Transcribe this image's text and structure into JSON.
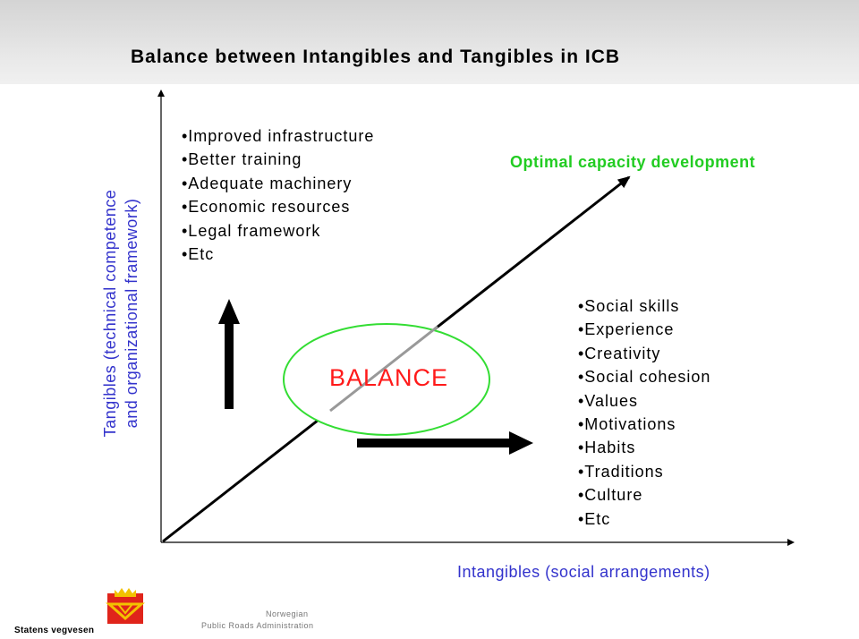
{
  "title": "Balance between Intangibles and Tangibles in ICB",
  "tangibles": {
    "items": [
      "•Improved infrastructure",
      "•Better training",
      "•Adequate machinery",
      "•Economic resources",
      "•Legal framework",
      "•Etc"
    ]
  },
  "intangibles": {
    "items": [
      "•Social skills",
      "•Experience",
      "•Creativity",
      "•Social cohesion",
      "•Values",
      "•Motivations",
      "•Habits",
      "•Traditions",
      "•Culture",
      "•Etc"
    ]
  },
  "optimal_label": "Optimal capacity development",
  "balance_label": "BALANCE",
  "y_axis_title": {
    "line1": "Tangibles (technical competence",
    "line2": "and organizational framework)"
  },
  "x_axis_title": "Intangibles (social arrangements)",
  "footer": {
    "logo_name": "Statens vegvesen",
    "org_line1": "Norwegian",
    "org_line2": "Public Roads Administration"
  },
  "colors": {
    "axis_title": "#3333cc",
    "optimal": "#22cc22",
    "balance_text": "#ff1a1a",
    "ellipse": "#33dd33",
    "logo_red": "#e0241b",
    "logo_yellow": "#f2c200"
  }
}
